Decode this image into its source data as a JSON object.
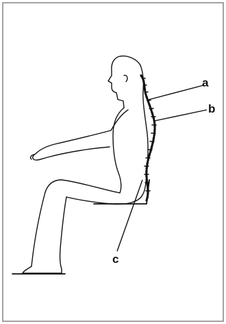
{
  "labels": {
    "a": "a",
    "b": "b",
    "c": "c"
  },
  "colors": {
    "ink": "#111111",
    "frame": "#8a8a8a",
    "background": "#ffffff"
  },
  "icons": {
    "figure": "seated-person-spine-illustration"
  }
}
